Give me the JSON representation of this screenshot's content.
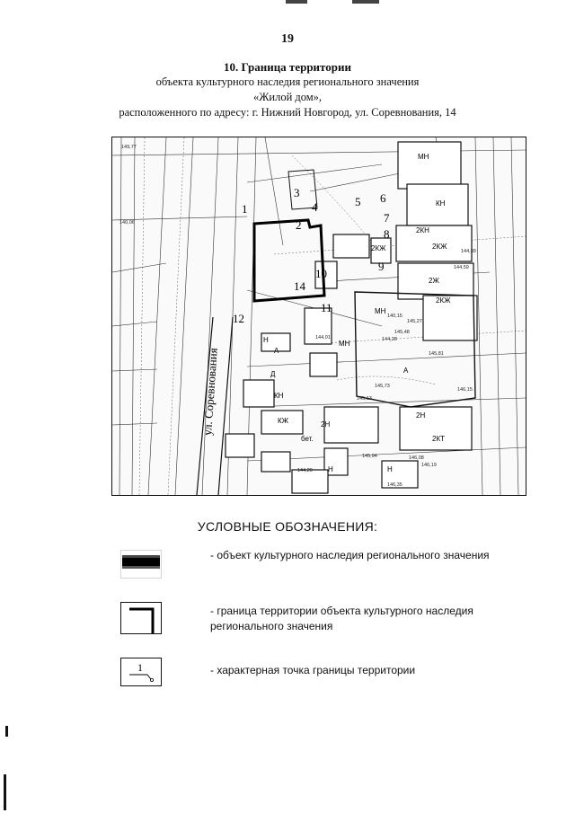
{
  "page_number": "19",
  "title": {
    "line1": "10. Граница территории",
    "line2": "объекта культурного наследия регионального значения",
    "line3": "«Жилой дом»,",
    "line4": "расположенного по адресу: г. Нижний Новгород, ул. Соревнования, 14"
  },
  "map": {
    "street_label": "ул. Соревнования",
    "boundary_points": [
      "1",
      "2",
      "3",
      "4",
      "5",
      "6",
      "7",
      "8",
      "9",
      "10",
      "11",
      "12",
      "14"
    ],
    "building_labels": [
      "МН",
      "КН",
      "2КЖ",
      "2КЖ",
      "2Ж",
      "2КН",
      "МН",
      "2КЖ",
      "А",
      "2Н",
      "2КТ",
      "Н",
      "Н",
      "Н",
      "КЖ",
      "КН",
      "2Н",
      "бет.",
      "Д",
      "МН",
      "А"
    ],
    "elevation_labels": [
      "149,77",
      "140,15",
      "144,01",
      "145,48",
      "145,81",
      "146,15",
      "145,13",
      "145,73",
      "144,20",
      "145,94",
      "146,08",
      "146,19",
      "146,35",
      "144,39",
      "144,59",
      "145,27",
      "144,28",
      "140,06"
    ]
  },
  "legend": {
    "heading": "УСЛОВНЫЕ ОБОЗНАЧЕНИЯ:",
    "items": [
      {
        "text": "- объект культурного наследия регионального значения"
      },
      {
        "text": "- граница территории объекта культурного наследия регионального значения"
      },
      {
        "text": "-  характерная точка границы территории",
        "symbol_label": "1"
      }
    ]
  }
}
